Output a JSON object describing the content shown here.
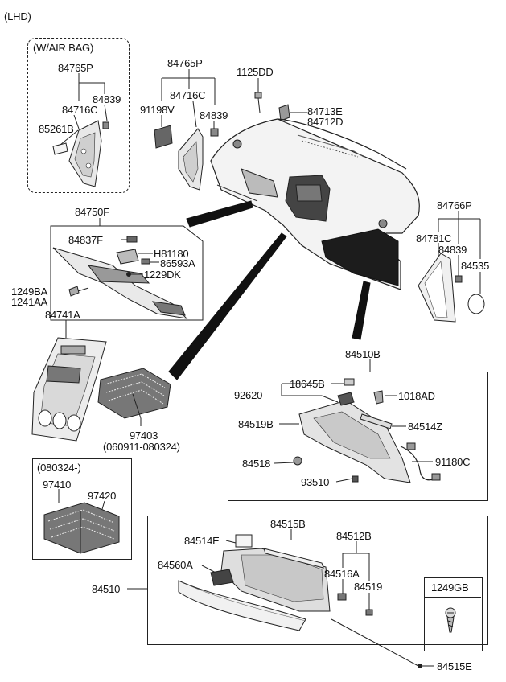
{
  "header": "(LHD)",
  "airbag_box": {
    "title": "(W/AIR BAG)",
    "p1": "84765P",
    "p2": "84716C",
    "p3": "84839",
    "p4": "85261B"
  },
  "upper_cover": {
    "p1": "84765P",
    "p2": "91198V",
    "p3": "84716C",
    "p4": "84839"
  },
  "bolt": {
    "p1": "1125DD",
    "p2": "84713E",
    "p3": "84712D"
  },
  "right_cover": {
    "p1": "84766P",
    "p2": "84781C",
    "p3": "84839",
    "p4": "84535"
  },
  "lower_panel": {
    "p1": "84750F",
    "p2": "84837F",
    "p3": "H81180",
    "p4": "86593A",
    "p5": "1229DK",
    "p6": "1249BA",
    "p7": "1241AA"
  },
  "center_bezel": {
    "p1": "84741A",
    "p2": "97403",
    "p3": "(060911-080324)"
  },
  "vent_box": {
    "title": "(080324-)",
    "p1": "97410",
    "p2": "97420"
  },
  "housing_box": {
    "title": "84510B",
    "p1": "18645B",
    "p2": "92620",
    "p3": "1018AD",
    "p4": "84519B",
    "p5": "84514Z",
    "p6": "84518",
    "p7": "91180C",
    "p8": "93510"
  },
  "glovebox": {
    "p1": "84515B",
    "p2": "84514E",
    "p3": "84512B",
    "p4": "84560A",
    "p5": "84516A",
    "p6": "84519",
    "p7": "84510",
    "p8": "84515E"
  },
  "screw_box": {
    "title": "1249GB"
  }
}
